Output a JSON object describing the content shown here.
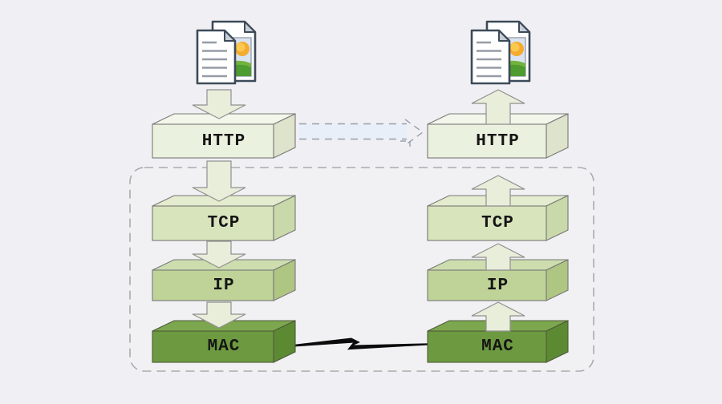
{
  "diagram": {
    "type": "network-protocol-stack",
    "stacks": [
      {
        "side": "left",
        "arrow_direction": "down",
        "layers": [
          {
            "label": "HTTP"
          },
          {
            "label": "TCP"
          },
          {
            "label": "IP"
          },
          {
            "label": "MAC"
          }
        ]
      },
      {
        "side": "right",
        "arrow_direction": "up",
        "layers": [
          {
            "label": "HTTP"
          },
          {
            "label": "TCP"
          },
          {
            "label": "IP"
          },
          {
            "label": "MAC"
          }
        ]
      }
    ],
    "icons": {
      "top_left": "document-stack-icon",
      "top_right": "document-stack-icon",
      "http_to_http": "dashed-horizontal-arrow-icon",
      "mac_to_mac": "lightning-link-icon",
      "between_layers_left": "down-block-arrow-icon",
      "between_layers_right": "up-block-arrow-icon",
      "boundary": "dashed-rounded-container"
    },
    "colors": {
      "background": "#f0eff3",
      "container_fill": "#f1f1f4",
      "container_border": "#ababab",
      "http_front": "#ebf1df",
      "http_top": "#f3f6ea",
      "http_side": "#dde4cb",
      "tcp_front": "#d8e4bc",
      "tcp_top": "#e3ecce",
      "tcp_side": "#c9d9a9",
      "ip_front": "#bfd398",
      "ip_top": "#cdddae",
      "ip_side": "#afc683",
      "mac_front": "#6d9a40",
      "mac_top": "#7da74f",
      "mac_side": "#5c8a33",
      "box_stroke": "#787878",
      "arrow_fill": "#e9eedb",
      "arrow_stroke": "#909090",
      "net_arrow_fill": "#e9eff8",
      "net_arrow_stroke": "#97a0ac",
      "link_color": "#0b0b0b",
      "doc_border": "#3d4a59",
      "doc_fold": "#c9ced6",
      "doc_lines": "#959ca6",
      "doc_img_bg": "#d9e3f0",
      "doc_sun": "#f5ab2e",
      "doc_hill": "#4e9b2f"
    }
  }
}
